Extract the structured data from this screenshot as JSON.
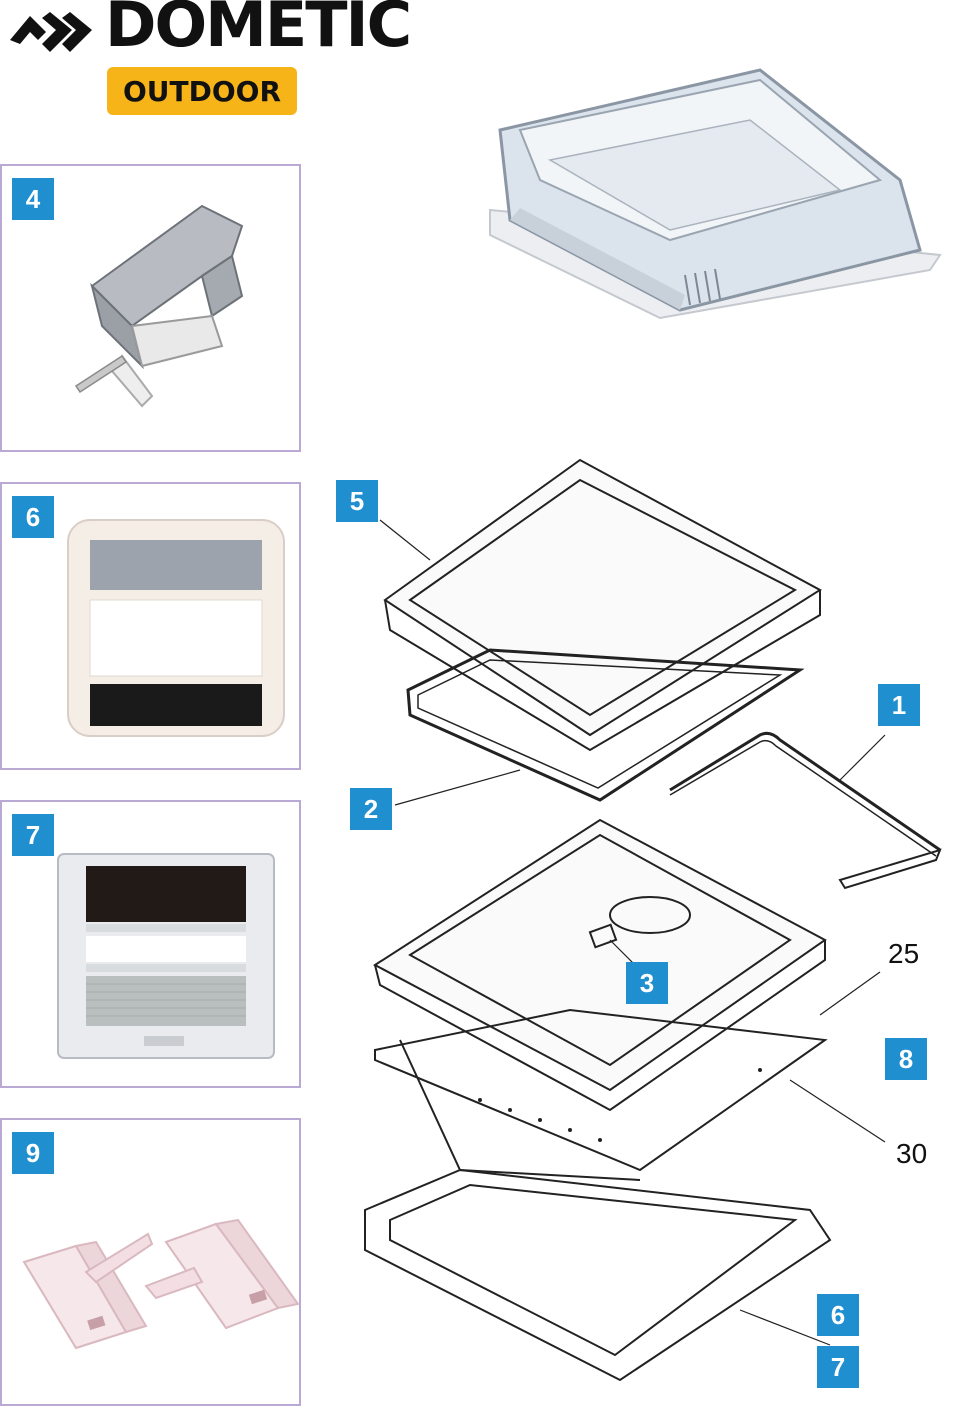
{
  "brand": {
    "name": "DOMETIC",
    "sub": "OUTDOOR",
    "accent": "#f6b419",
    "badge_color": "#1f8fd0"
  },
  "panels": [
    {
      "id": "4",
      "label": "4",
      "icon": "clip-icon"
    },
    {
      "id": "6",
      "label": "6",
      "icon": "blind-cassette-icon"
    },
    {
      "id": "7",
      "label": "7",
      "icon": "blind-frame-icon"
    },
    {
      "id": "9",
      "label": "9",
      "icon": "latch-pair-icon"
    }
  ],
  "callouts": {
    "c5": "5",
    "c1": "1",
    "c2": "2",
    "c3": "3",
    "c8": "8",
    "c6": "6",
    "c7": "7",
    "n25": "25",
    "n30": "30"
  }
}
